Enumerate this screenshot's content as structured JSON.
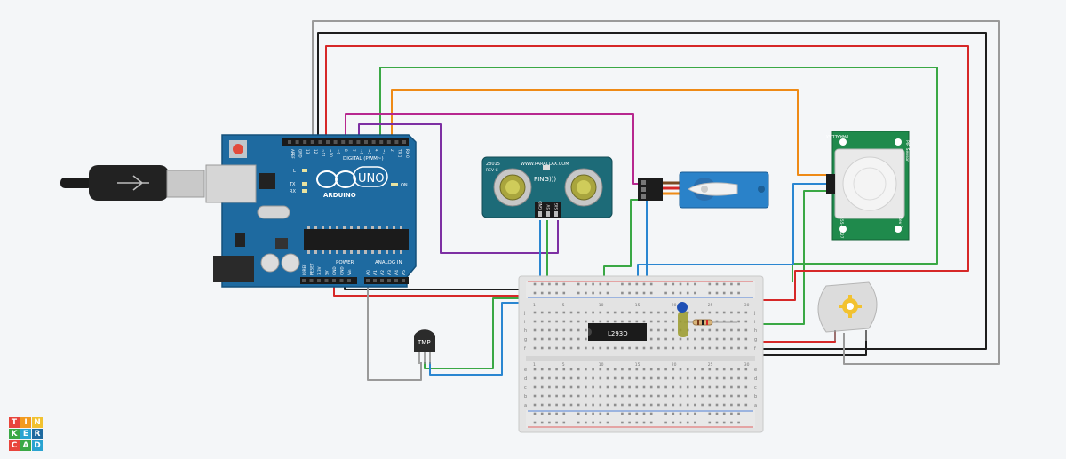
{
  "arduino": {
    "brand": "ARDUINO",
    "model": "UNO",
    "digital_label": "DIGITAL (PWM~)",
    "power_label": "POWER",
    "analog_label": "ANALOG IN",
    "on_label": "ON",
    "l_label": "L",
    "tx_label": "TX",
    "rx_label": "RX",
    "digital_pins": [
      "AREF",
      "GND",
      "13",
      "12",
      "~11",
      "~10",
      "~9",
      "8",
      "7",
      "~6",
      "~5",
      "4",
      "~3",
      "2",
      "TX 1",
      "RX 0"
    ],
    "power_pins": [
      "IOREF",
      "RESET",
      "3.3V",
      "5V",
      "GND",
      "GND",
      "Vin"
    ],
    "analog_pins": [
      "A0",
      "A1",
      "A2",
      "A3",
      "A4",
      "A5"
    ]
  },
  "ping": {
    "model": "28015",
    "rev": "REV C",
    "url": "WWW.PARALLAX.COM",
    "name": "PING)))",
    "pins": [
      "GND",
      "5V",
      "SIG"
    ]
  },
  "pir": {
    "brand": "PARALLAX",
    "name": "PIR Sensor",
    "part": "555-28027",
    "rev": "Rev B"
  },
  "chip": {
    "label": "L293D"
  },
  "temp": {
    "label": "TMP"
  },
  "breadboard": {
    "rows_top": [
      "j",
      "i",
      "h",
      "g",
      "f"
    ],
    "rows_bottom": [
      "e",
      "d",
      "c",
      "b",
      "a"
    ],
    "col_numbers": [
      "1",
      "5",
      "10",
      "15",
      "20",
      "25",
      "30"
    ]
  },
  "logo": {
    "letters": [
      "T",
      "I",
      "N",
      "K",
      "E",
      "R",
      "C",
      "A",
      "D"
    ]
  },
  "colors": {
    "arduino_blue": "#1e6aa0",
    "pir_green": "#1f8a4c",
    "ping_teal": "#1d6b78",
    "servo_blue": "#2a82c9"
  }
}
